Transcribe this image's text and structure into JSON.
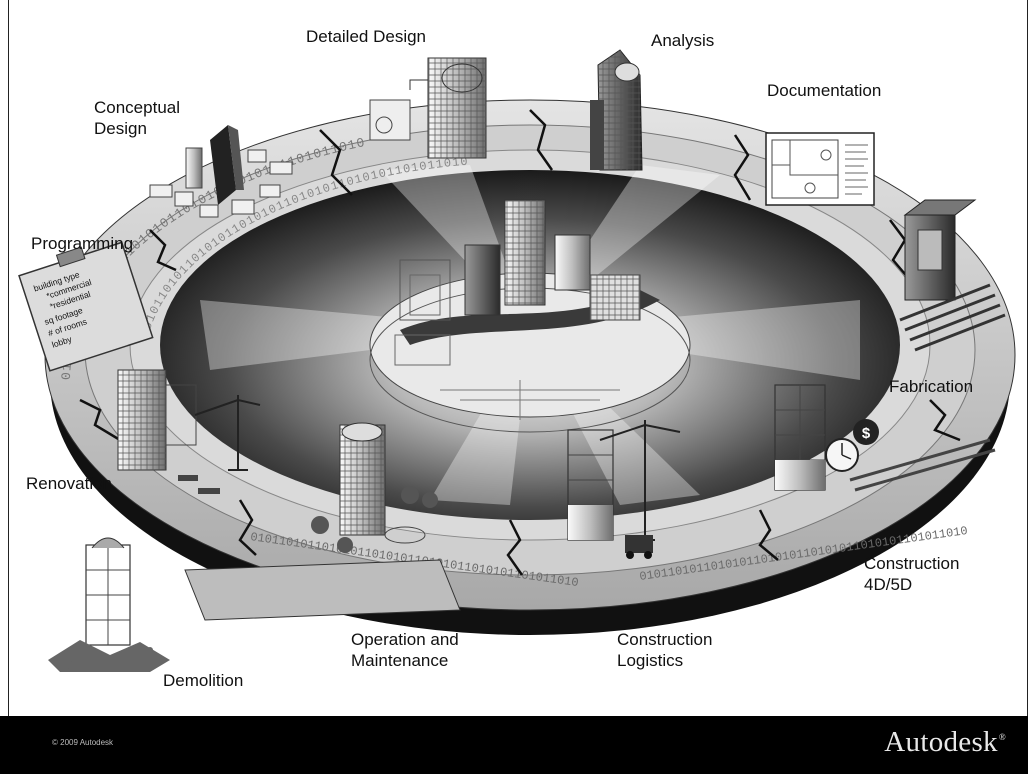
{
  "phases": {
    "detailed_design": "Detailed Design",
    "analysis": "Analysis",
    "documentation": "Documentation",
    "conceptual_design": [
      "Conceptual",
      "Design"
    ],
    "programming": "Programming",
    "fabrication": "Fabrication",
    "renovation": "Renovation",
    "construction_4d5d": [
      "Construction",
      "4D/5D"
    ],
    "operation_maintenance": [
      "Operation and",
      "Maintenance"
    ],
    "construction_logistics": [
      "Construction",
      "Logistics"
    ],
    "demolition": "Demolition"
  },
  "clipboard": {
    "items": [
      "building type",
      "*commercial",
      "*residential",
      "sq footage",
      "# of rooms",
      "lobby"
    ]
  },
  "binary_text": "0101101011010101101010110101011010101101011010",
  "footer": {
    "copyright": "© 2009 Autodesk",
    "brand": "Autodesk",
    "trademark": "®"
  },
  "colors": {
    "footer_bg": "#000000",
    "ring_light": "#d8d8d8",
    "ring_dark": "#1a1a1a"
  }
}
